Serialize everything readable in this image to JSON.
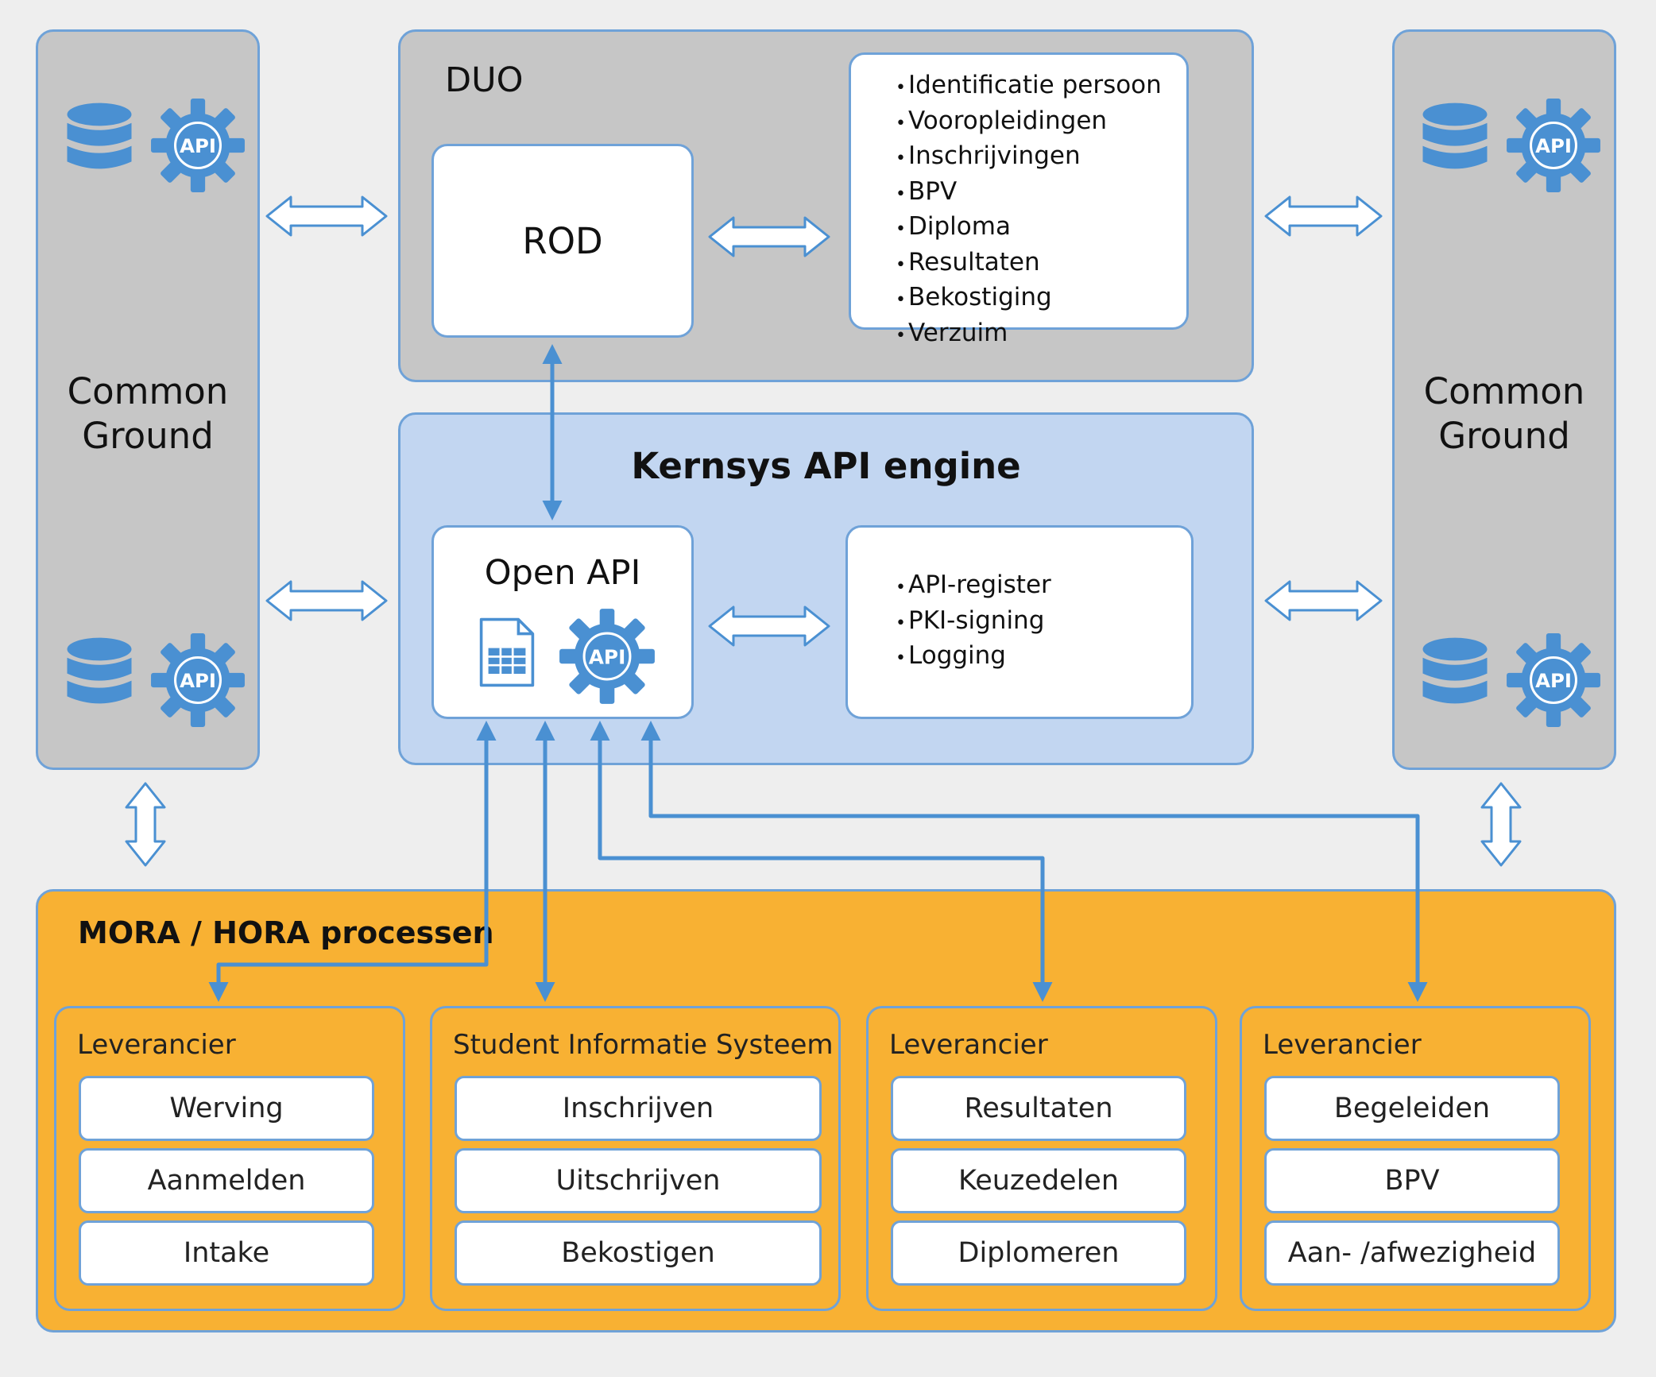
{
  "common_ground_left": {
    "label_line1": "Common",
    "label_line2": "Ground"
  },
  "common_ground_right": {
    "label_line1": "Common",
    "label_line2": "Ground"
  },
  "duo": {
    "title": "DUO",
    "rod_label": "ROD",
    "data_items": [
      "Identificatie persoon",
      "Vooropleidingen",
      "Inschrijvingen",
      "BPV",
      "Diploma",
      "Resultaten",
      "Bekostiging",
      "Verzuim"
    ]
  },
  "kernsys": {
    "title": "Kernsys API engine",
    "open_api_label": "Open API",
    "features": [
      "API-register",
      "PKI-signing",
      "Logging"
    ]
  },
  "icon_text": {
    "api": "API"
  },
  "mora": {
    "title": "MORA / HORA processen",
    "groups": [
      {
        "title": "Leverancier",
        "items": [
          "Werving",
          "Aanmelden",
          "Intake"
        ]
      },
      {
        "title": "Student Informatie Systeem",
        "items": [
          "Inschrijven",
          "Uitschrijven",
          "Bekostigen"
        ]
      },
      {
        "title": "Leverancier",
        "items": [
          "Resultaten",
          "Keuzedelen",
          "Diplomeren"
        ]
      },
      {
        "title": "Leverancier",
        "items": [
          "Begeleiden",
          "BPV",
          "Aan- /afwezigheid"
        ]
      }
    ]
  },
  "colors": {
    "border_blue": "#6fa2d8",
    "icon_blue": "#4a90d2",
    "panel_gray": "#c6c6c6",
    "panel_blue": "#c2d6f1",
    "panel_orange": "#f8b133",
    "background": "#eeeeee"
  }
}
